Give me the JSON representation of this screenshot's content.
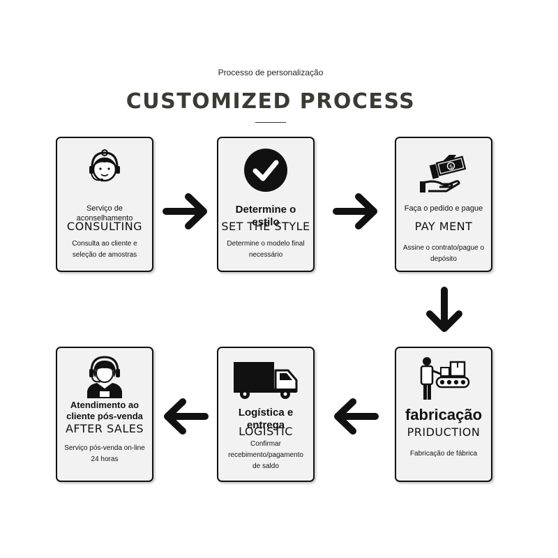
{
  "header": {
    "subtitle": "Processo de personalização",
    "title": "CUSTOMIZED PROCESS"
  },
  "steps": [
    {
      "icon": "headset-support-icon",
      "title_pt": "Serviço de aconselhamento",
      "title_en": "CONSULTING",
      "description": "Consulta ao cliente e seleção de amostras"
    },
    {
      "icon": "checkmark-circle-icon",
      "title_pt": "Determine o estilo",
      "title_en": "SET THE STYLE",
      "description": "Determine o modelo final necessário"
    },
    {
      "icon": "payment-hand-money-icon",
      "title_pt": "Faça o pedido e pague",
      "title_en": "PAY MENT",
      "description": "Assine o contrato/pague o depósito"
    },
    {
      "icon": "factory-worker-conveyor-icon",
      "title_pt": "fabricação",
      "title_en": "PRIDUCTION",
      "description": "Fabricação de fábrica"
    },
    {
      "icon": "delivery-truck-icon",
      "title_pt": "Logística e entrega",
      "title_en": "LOGISTIC",
      "description": "Confirmar recebimento/pagamento de saldo"
    },
    {
      "icon": "customer-service-agent-icon",
      "title_pt": "Atendimento ao cliente pós-venda",
      "title_en": "AFTER SALES",
      "description": "Serviço pós-venda on-line 24 horas"
    }
  ]
}
